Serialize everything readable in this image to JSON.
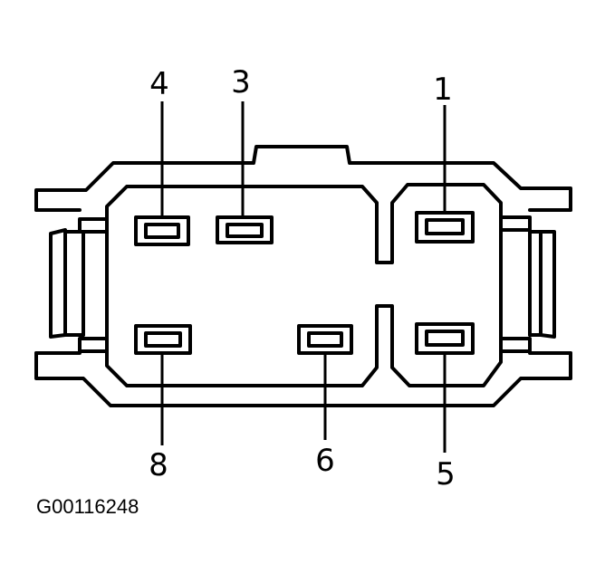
{
  "figure_id": "G00116248",
  "pins": [
    {
      "id": "4",
      "label": "4"
    },
    {
      "id": "3",
      "label": "3"
    },
    {
      "id": "1",
      "label": "1"
    },
    {
      "id": "8",
      "label": "8"
    },
    {
      "id": "6",
      "label": "6"
    },
    {
      "id": "5",
      "label": "5"
    }
  ],
  "colors": {
    "ink": "#000000",
    "paper": "#ffffff"
  }
}
